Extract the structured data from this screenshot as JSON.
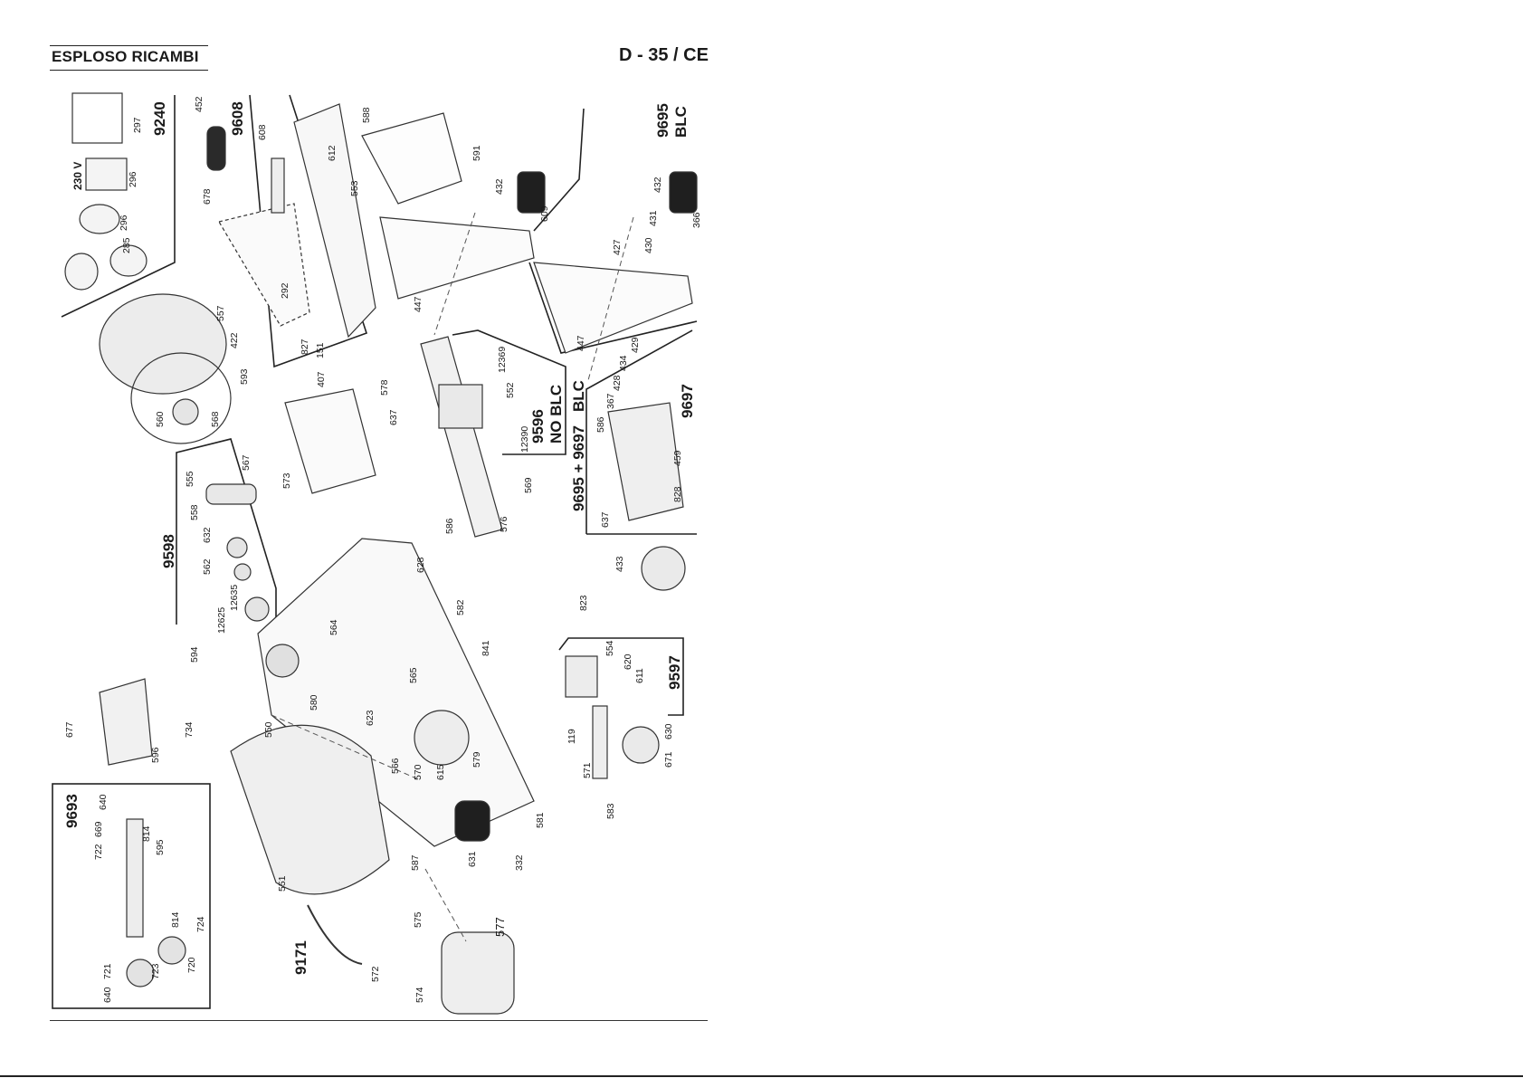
{
  "header": {
    "section_title": "ESPLOSO RICAMBI",
    "model_code": "D - 35 / CE"
  },
  "group_labels": {
    "g9240": "9240",
    "g9608": "9608",
    "g9695blc_a": "9695",
    "g9695blc_b": "BLC",
    "g9598": "9598",
    "g9596_a": "9596",
    "g9596_b": "NO BLC",
    "g9695_9697_a": "9695 + 9697",
    "g9695_9697_b": "BLC",
    "g9697": "9697",
    "g9597": "9597",
    "g9693": "9693",
    "g9171": "9171",
    "v230": "230 V"
  },
  "part_numbers": {
    "p297": "297",
    "p296a": "296",
    "p296b": "296",
    "p285": "285",
    "p452": "452",
    "p608": "608",
    "p678": "678",
    "p292": "292",
    "p827": "827",
    "p151": "151",
    "p588": "588",
    "p612": "612",
    "p553": "553",
    "p591": "591",
    "p432a": "432",
    "p609": "609",
    "p447a": "447",
    "p432b": "432",
    "p431": "431",
    "p430": "430",
    "p366": "366",
    "p427": "427",
    "p447b": "447",
    "p557": "557",
    "p422": "422",
    "p593": "593",
    "p560": "560",
    "p568": "568",
    "p407": "407",
    "p578": "578",
    "p637a": "637",
    "p12369": "12369",
    "p552": "552",
    "p12390": "12390",
    "p569": "569",
    "p586a": "586",
    "p576": "576",
    "p429": "429",
    "p434": "434",
    "p428": "428",
    "p367": "367",
    "p586b": "586",
    "p459": "459",
    "p828": "828",
    "p637b": "637",
    "p433": "433",
    "p555": "555",
    "p567": "567",
    "p558": "558",
    "p573": "573",
    "p632": "632",
    "p562": "562",
    "p12635": "12635",
    "p12625": "12625",
    "p594": "594",
    "p564": "564",
    "p628": "628",
    "p582": "582",
    "p841": "841",
    "p823": "823",
    "p554": "554",
    "p620": "620",
    "p611": "611",
    "p677": "677",
    "p596": "596",
    "p734": "734",
    "p550": "550",
    "p580": "580",
    "p565": "565",
    "p623": "623",
    "p566": "566",
    "p570": "570",
    "p615": "615",
    "p579": "579",
    "p119": "119",
    "p571": "571",
    "p630": "630",
    "p671": "671",
    "p583": "583",
    "p581": "581",
    "p631": "631",
    "p332": "332",
    "p587": "587",
    "p551": "551",
    "p575": "575",
    "p577": "577",
    "p572": "572",
    "p574": "574",
    "p640a": "640",
    "p669": "669",
    "p722": "722",
    "p814a": "814",
    "p595": "595",
    "p814b": "814",
    "p724": "724",
    "p720": "720",
    "p721": "721",
    "p723": "723",
    "p640b": "640"
  }
}
